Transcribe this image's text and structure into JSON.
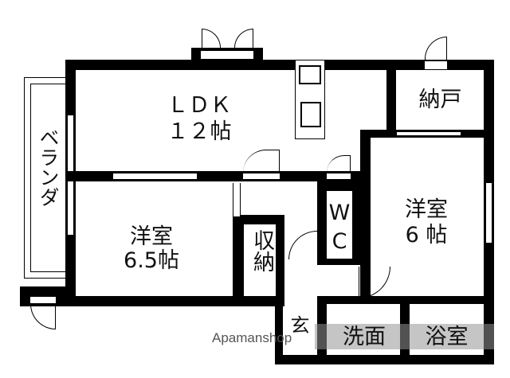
{
  "rooms": {
    "ldk": {
      "name": "ＬＤＫ",
      "size": "１２帖"
    },
    "nando": {
      "name": "納戸"
    },
    "veranda": {
      "name": "ベランダ"
    },
    "western_room_1": {
      "name": "洋室",
      "size": "6.5帖"
    },
    "storage": {
      "name": "収納"
    },
    "wc": {
      "name": "W",
      "name2": "C"
    },
    "western_room_2": {
      "name": "洋室",
      "size": "6 帖"
    },
    "entrance": {
      "name": "玄"
    },
    "washroom": {
      "name": "洗面"
    },
    "bathroom": {
      "name": "浴室"
    }
  },
  "watermark": "Apamanshop",
  "colors": {
    "wall": "#000000",
    "background": "#ffffff",
    "watermark_band": "#969696"
  }
}
